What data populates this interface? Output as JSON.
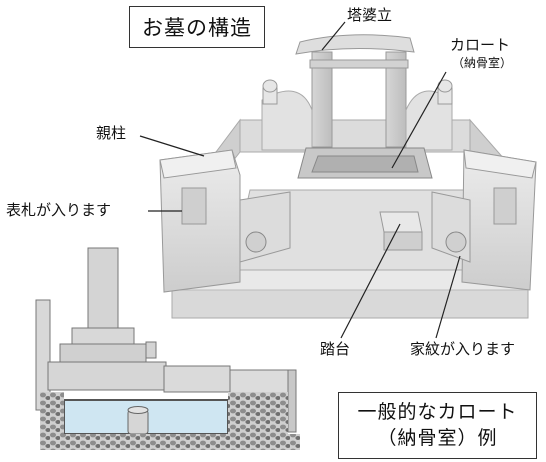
{
  "title": "お墓の構造",
  "labels": {
    "toubadate": "塔婆立",
    "karoto": "カロート",
    "karoto_sub": "（納骨室）",
    "oyabashira": "親柱",
    "hyousatsu": "表札が入ります",
    "fumidai": "踏台",
    "kamon": "家紋が入ります"
  },
  "caption": {
    "line1": "一般的なカロート",
    "line2": "（納骨室）例"
  },
  "colors": {
    "stone_light": "#e4e4e4",
    "stone_mid": "#cfcfcf",
    "stone_dark": "#b4b4b4",
    "chamber_blue": "#cfe6f2",
    "gravel": "#9a9a9a",
    "line": "#222222"
  }
}
